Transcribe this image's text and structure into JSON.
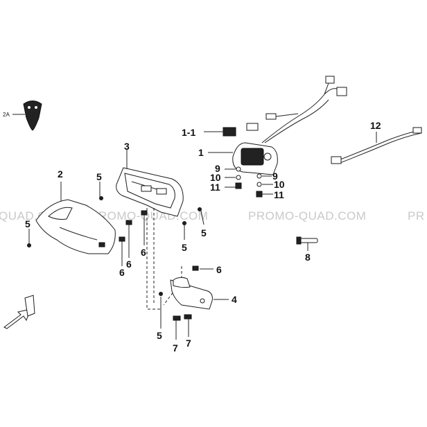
{
  "watermarks": [
    "QUAD.COM",
    "PROMO-QUAD.COM",
    "PROMO-QUAD.COM",
    "PR"
  ],
  "callouts": {
    "c_2a": "2A",
    "c_1_1": "1-1",
    "c_12": "12",
    "c_3": "3",
    "c_1": "1",
    "c_2": "2",
    "c_5_top": "5",
    "c_9_left": "9",
    "c_9_right": "9",
    "c_10_left": "10",
    "c_10_right": "10",
    "c_11_left": "11",
    "c_11_right": "11",
    "c_5_left": "5",
    "c_5_right": "5",
    "c_5_mid": "5",
    "c_6_a": "6",
    "c_6_b": "6",
    "c_6_c": "6",
    "c_6_d": "6",
    "c_8": "8",
    "c_4": "4",
    "c_5_bottom": "5",
    "c_7_a": "7",
    "c_7_b": "7"
  },
  "colors": {
    "ink": "#111111",
    "watermark": "#c9c9c9",
    "background": "#ffffff"
  }
}
